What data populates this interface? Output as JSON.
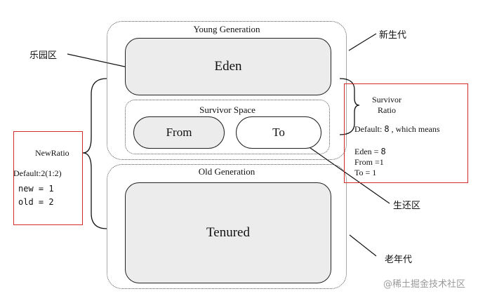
{
  "young_generation": {
    "title": "Young Generation",
    "eden": "Eden",
    "survivor_space": {
      "title": "Survivor Space",
      "from": "From",
      "to": "To"
    }
  },
  "old_generation": {
    "title": "Old Generation",
    "tenured": "Tenured"
  },
  "annotations": {
    "eden_cn": "乐园区",
    "young_cn": "新生代",
    "survivor_cn": "生还区",
    "old_cn": "老年代"
  },
  "new_ratio": {
    "title": "NewRatio",
    "default_label": "Default:",
    "default_value": "2(1:2)",
    "new_line": "new = 1",
    "old_line": "old = 2"
  },
  "survivor_ratio": {
    "title_line1": "Survivor",
    "title_line2": "Ratio",
    "default_label": "Default:",
    "default_value": "8",
    "default_suffix": ", which means",
    "eden_label": "Eden =",
    "eden_value": "8",
    "from_line": "From =1",
    "to_line": "To = 1"
  },
  "watermark": "@稀土掘金技术社区",
  "colors": {
    "annotation_box": "#d42a2a",
    "region_fill": "#ececec"
  }
}
